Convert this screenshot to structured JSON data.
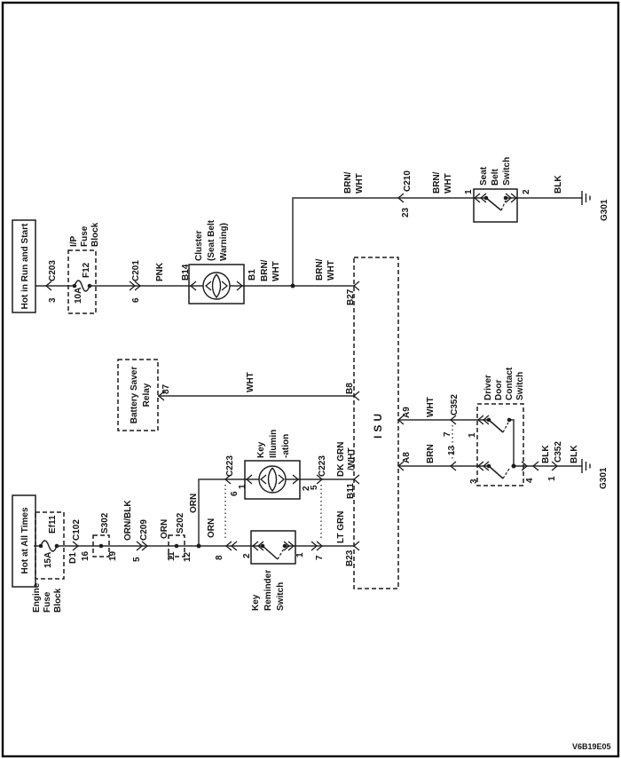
{
  "code": "V6B19E05",
  "power": {
    "run_start": "Hot in Run and Start",
    "all_times": "Hot at All Times"
  },
  "run": {
    "c203_cav": "3",
    "c203": "C203",
    "ipfb_1": "I/P",
    "ipfb_2": "Fuse",
    "ipfb_3": "Block",
    "fuse_rating": "10A",
    "fuse_id": "F12",
    "c201_cav": "6",
    "c201": "C201",
    "wire_pnk": "PNK",
    "b14": "B14",
    "cluster_1": "Cluster",
    "cluster_2": "(Seat Belt",
    "cluster_3": "Warning)",
    "b1": "B1",
    "wire1_a": "BRN/",
    "wire1_b": "WHT",
    "wire2_a": "BRN/",
    "wire2_b": "WHT",
    "b27": "B27"
  },
  "belt": {
    "wire1_a": "BRN/",
    "wire1_b": "WHT",
    "c210_cav": "23",
    "c210": "C210",
    "wire2_a": "BRN/",
    "wire2_b": "WHT",
    "pin1": "1",
    "sw_1": "Seat",
    "sw_2": "Belt",
    "sw_3": "Switch",
    "pin2": "2",
    "wire_blk": "BLK",
    "ground": "G301"
  },
  "relay": {
    "name_1": "Battery Saver",
    "name_2": "Relay",
    "pin": "87",
    "wire_wht": "WHT",
    "b8": "B8"
  },
  "isu": "ISU",
  "illum": {
    "wire_orn": "ORN",
    "c223a_cav": "6",
    "c223a": "C223",
    "pin1": "1",
    "name_1": "Key",
    "name_2": "Illumin",
    "name_3": "-ation",
    "pin2": "2",
    "c223b_cav": "5",
    "c223b": "C223",
    "wire_a": "DK GRN",
    "wire_b": "/WHT",
    "b11": "B11"
  },
  "rem": {
    "efb_1": "Engine",
    "efb_2": "Fuse",
    "efb_3": "Block",
    "fuse_rating": "15A",
    "fuse_id": "Ef11",
    "c102_cav": "D1",
    "c102": "C102",
    "s302": "S302",
    "s302_in": "16",
    "s302_out": "19",
    "wire_ornblk": "ORN/BLK",
    "c209_cav": "5",
    "c209": "C209",
    "wire_orn1": "ORN",
    "s202": "S202",
    "s202_in": "11",
    "s202_out": "12",
    "wire_orn2": "ORN",
    "c223_cav": "8",
    "pin2": "2",
    "name_1": "Key",
    "name_2": "Reminder",
    "name_3": "Switch",
    "pin1": "1",
    "c223b_cav": "7",
    "wire_ltgrn": "LT GRN",
    "b23": "B23"
  },
  "door": {
    "a9": "A9",
    "wire_wht": "WHT",
    "c352": "C352",
    "c352_top": "7",
    "c352_bot": "13",
    "pin_top": "1",
    "pin_bot": "3",
    "a8": "A8",
    "wire_brn": "BRN",
    "name_1": "Driver",
    "name_2": "Door",
    "name_3": "Contact",
    "name_4": "Switch",
    "pin_out": "4",
    "wire_blk1": "BLK",
    "c352b": "C352",
    "c352b_cav": "1",
    "wire_blk2": "BLK",
    "ground": "G301"
  }
}
